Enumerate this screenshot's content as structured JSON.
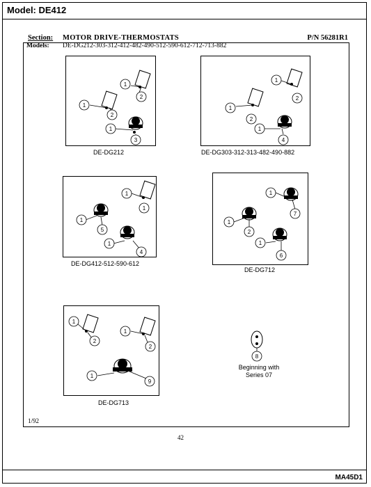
{
  "header": {
    "model": "Model:  DE412"
  },
  "section": {
    "label": "Section:",
    "value": "MOTOR DRIVE-THERMOSTATS",
    "part_number": "P/N 56281R1"
  },
  "models": {
    "label": "Models:",
    "value": "DE-DG212-303-312-412-482-490-512-590-612-712-713-882"
  },
  "diagrams": [
    {
      "caption": "DE-DG212",
      "callouts": [
        "1",
        "2",
        "1",
        "2",
        "1",
        "3"
      ]
    },
    {
      "caption": "DE-DG303-312-313-482-490-882",
      "callouts": [
        "1",
        "2",
        "1",
        "2",
        "1",
        "4"
      ]
    },
    {
      "caption": "DE-DG412-512-590-612",
      "callouts": [
        "1",
        "1",
        "1",
        "5",
        "1",
        "4"
      ]
    },
    {
      "caption": "DE-DG712",
      "callouts": [
        "1",
        "7",
        "1",
        "2",
        "1",
        "6"
      ]
    },
    {
      "caption": "DE-DG713",
      "callouts": [
        "1",
        "2",
        "1",
        "2",
        "1",
        "9"
      ]
    }
  ],
  "note": {
    "callout": "8",
    "line1": "Beginning with",
    "line2": "Series 07"
  },
  "footer": {
    "date": "1/92",
    "page": "42",
    "doc_code": "MA45D1"
  }
}
